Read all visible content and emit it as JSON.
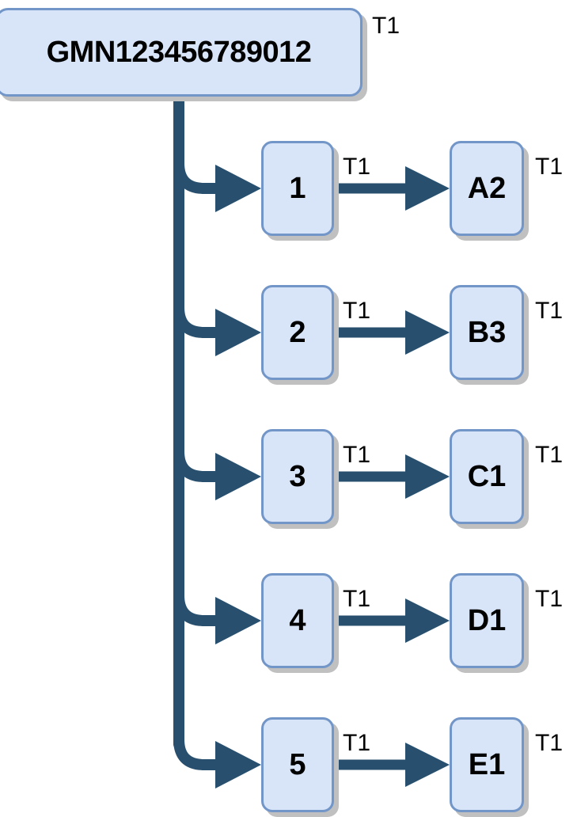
{
  "diagram": {
    "type": "hierarchy-tree",
    "background_color": "#ffffff",
    "node_fill": "#d8e4f7",
    "node_border": "#7296c8",
    "node_shadow": "#c0c0c0",
    "edge_color": "#28506e",
    "text_color": "#000000",
    "root": {
      "label": "GMN123456789012",
      "type_tag": "T1"
    },
    "branches": [
      {
        "mid": {
          "label": "1",
          "type_tag": "T1"
        },
        "link_tag": "T1",
        "leaf": {
          "label": "A2",
          "type_tag": "T1"
        }
      },
      {
        "mid": {
          "label": "2",
          "type_tag": "T1"
        },
        "link_tag": "T1",
        "leaf": {
          "label": "B3",
          "type_tag": "T1"
        }
      },
      {
        "mid": {
          "label": "3",
          "type_tag": "T1"
        },
        "link_tag": "T1",
        "leaf": {
          "label": "C1",
          "type_tag": "T1"
        }
      },
      {
        "mid": {
          "label": "4",
          "type_tag": "T1"
        },
        "link_tag": "T1",
        "leaf": {
          "label": "D1",
          "type_tag": "T1"
        }
      },
      {
        "mid": {
          "label": "5",
          "type_tag": "T1"
        },
        "link_tag": "T1",
        "leaf": {
          "label": "E1",
          "type_tag": "T1"
        }
      }
    ]
  }
}
